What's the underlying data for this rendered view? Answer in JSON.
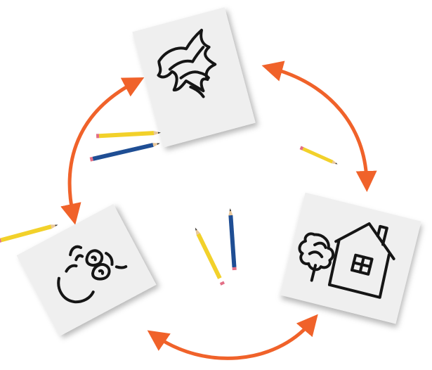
{
  "diagram": {
    "type": "cycle",
    "node_count": 3,
    "nodes": [
      {
        "id": "sketch-abstract",
        "drawing": "abstract-scribble-icon"
      },
      {
        "id": "sketch-house",
        "drawing": "house-with-tree-icon"
      },
      {
        "id": "sketch-face",
        "drawing": "face-doodle-icon"
      }
    ],
    "edges": [
      {
        "from": "sketch-abstract",
        "to": "sketch-house",
        "style": "double-headed-arrow"
      },
      {
        "from": "sketch-house",
        "to": "sketch-face",
        "style": "double-headed-arrow"
      },
      {
        "from": "sketch-face",
        "to": "sketch-abstract",
        "style": "double-headed-arrow"
      }
    ],
    "pencils": [
      {
        "color": "yellow"
      },
      {
        "color": "blue"
      },
      {
        "color": "yellow"
      },
      {
        "color": "yellow"
      },
      {
        "color": "yellow"
      },
      {
        "color": "blue"
      }
    ]
  },
  "colors": {
    "arrow": "#f0622a",
    "paper": "#efefef",
    "ink": "#151515",
    "pencil_yellow": "#f2d12a",
    "pencil_blue": "#1f4e94",
    "eraser": "#e36f86"
  }
}
